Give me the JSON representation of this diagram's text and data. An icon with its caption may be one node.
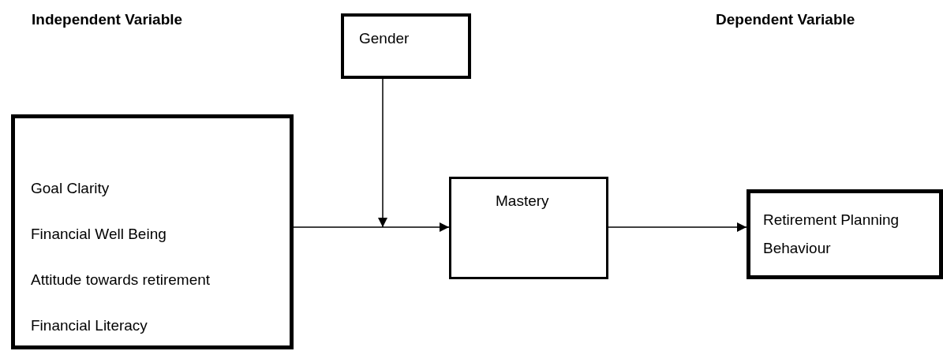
{
  "diagram": {
    "nodes": [
      {
        "text": [
          "Goal Clarity",
          "Financial Well Being",
          "Attitude towards retirement",
          "Financial Literacy"
        ]
      },
      {
        "text": [
          "Gender"
        ]
      },
      {
        "text": [
          "Mastery"
        ]
      },
      {
        "text": [
          "Retirement Planning Behaviour"
        ]
      }
    ],
    "edges": [
      {
        "from": 0,
        "to": 2,
        "arrow": "to"
      },
      {
        "from": 1,
        "to": null,
        "arrow": "to"
      },
      {
        "from": 2,
        "to": 3,
        "arrow": "to"
      }
    ],
    "labels": [
      "Independent Variable",
      "Dependent Variable"
    ]
  }
}
